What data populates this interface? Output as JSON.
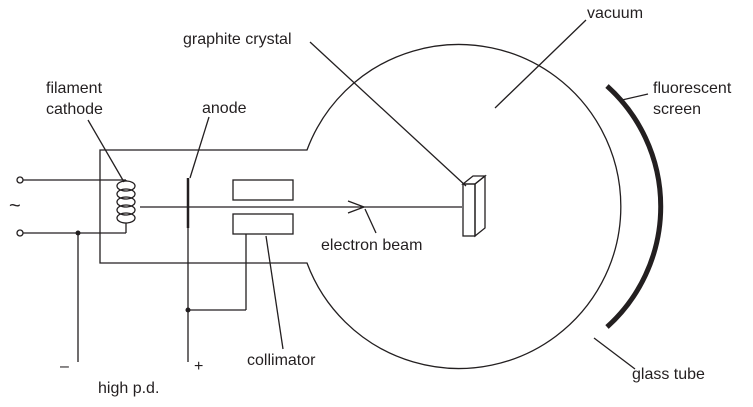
{
  "labels": {
    "vacuum": "vacuum",
    "graphite_crystal": "graphite crystal",
    "filament_line1": "filament",
    "filament_line2": "cathode",
    "anode": "anode",
    "fluorescent_line1": "fluorescent",
    "fluorescent_line2": "screen",
    "electron_beam": "electron beam",
    "collimator": "collimator",
    "glass_tube": "glass tube",
    "high_pd": "high p.d.",
    "minus_sign": "–",
    "plus_sign": "+",
    "ac_symbol": "~"
  }
}
